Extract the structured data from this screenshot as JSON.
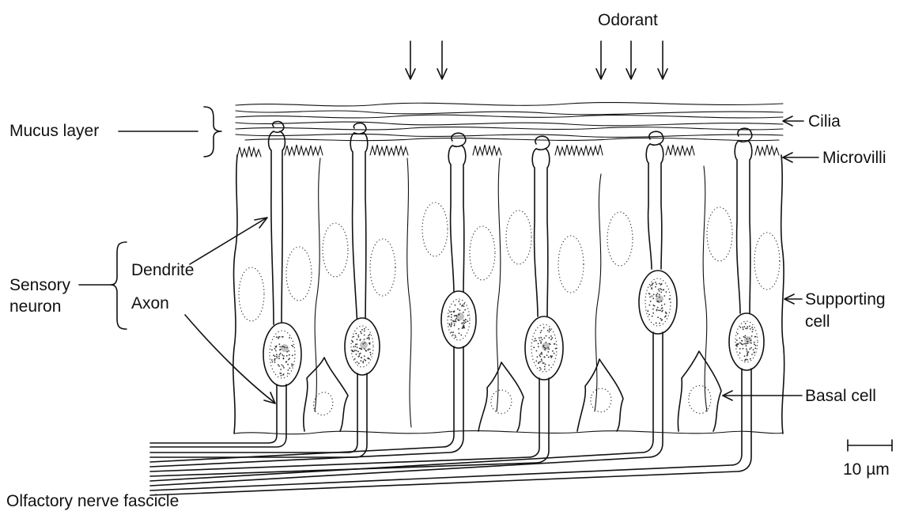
{
  "labels": {
    "odorant": "Odorant",
    "mucus_layer": "Mucus layer",
    "cilia": "Cilia",
    "microvilli": "Microvilli",
    "dendrite": "Dendrite",
    "axon": "Axon",
    "sensory_neuron_line1": "Sensory",
    "sensory_neuron_line2": "neuron",
    "supporting_cell_line1": "Supporting",
    "supporting_cell_line2": "cell",
    "basal_cell": "Basal cell",
    "scale_bar": "10 µm",
    "olfactory_nerve_fascicle": "Olfactory nerve fascicle"
  },
  "colors": {
    "ink": "#111111",
    "background": "#ffffff",
    "stipple": "#333333"
  }
}
